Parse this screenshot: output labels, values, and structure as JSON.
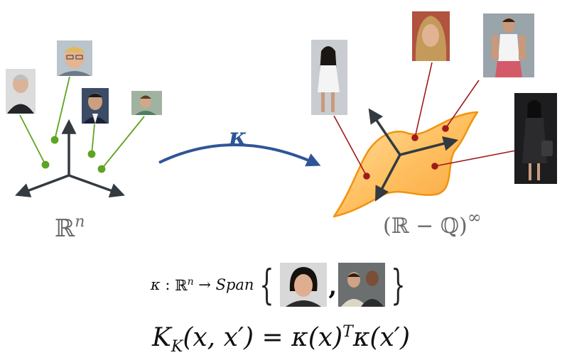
{
  "left_space_label": "ℝ",
  "left_space_sup": "n",
  "right_space_label": "(ℝ − ℚ)",
  "right_space_sup": "∞",
  "map_label": "κ",
  "formula1": {
    "kappa": "κ",
    "colon": " : ",
    "domain": "ℝ",
    "domain_sup": "n",
    "arrow": " → ",
    "span": "Span",
    "open_brace": "{",
    "comma": ",",
    "close_brace": "}"
  },
  "formula2": {
    "K": "K",
    "K_sub": "K",
    "args": "(x, x′) = κ(x)",
    "T": "T",
    "tail": "κ(x′)"
  },
  "colors": {
    "axis": "#333a40",
    "green": "#5ea421",
    "red": "#a01a1a",
    "arrow_blue": "#2f5597",
    "surface_fill": "#ffc266",
    "surface_stroke": "#f2930d"
  },
  "photos": [
    {
      "name": "photo-man-gray-hair",
      "kind": "portrait"
    },
    {
      "name": "photo-man-glasses-blond",
      "kind": "portrait"
    },
    {
      "name": "photo-man-asian-suit",
      "kind": "portrait"
    },
    {
      "name": "photo-young-man-green",
      "kind": "portrait"
    },
    {
      "name": "photo-woman-white-dress",
      "kind": "portrait"
    },
    {
      "name": "photo-woman-blonde",
      "kind": "portrait"
    },
    {
      "name": "photo-man-white-tank",
      "kind": "portrait"
    },
    {
      "name": "photo-woman-black-coat",
      "kind": "portrait"
    },
    {
      "name": "photo-woman-short-hair",
      "kind": "portrait"
    },
    {
      "name": "photo-two-men-suits",
      "kind": "portrait"
    }
  ]
}
